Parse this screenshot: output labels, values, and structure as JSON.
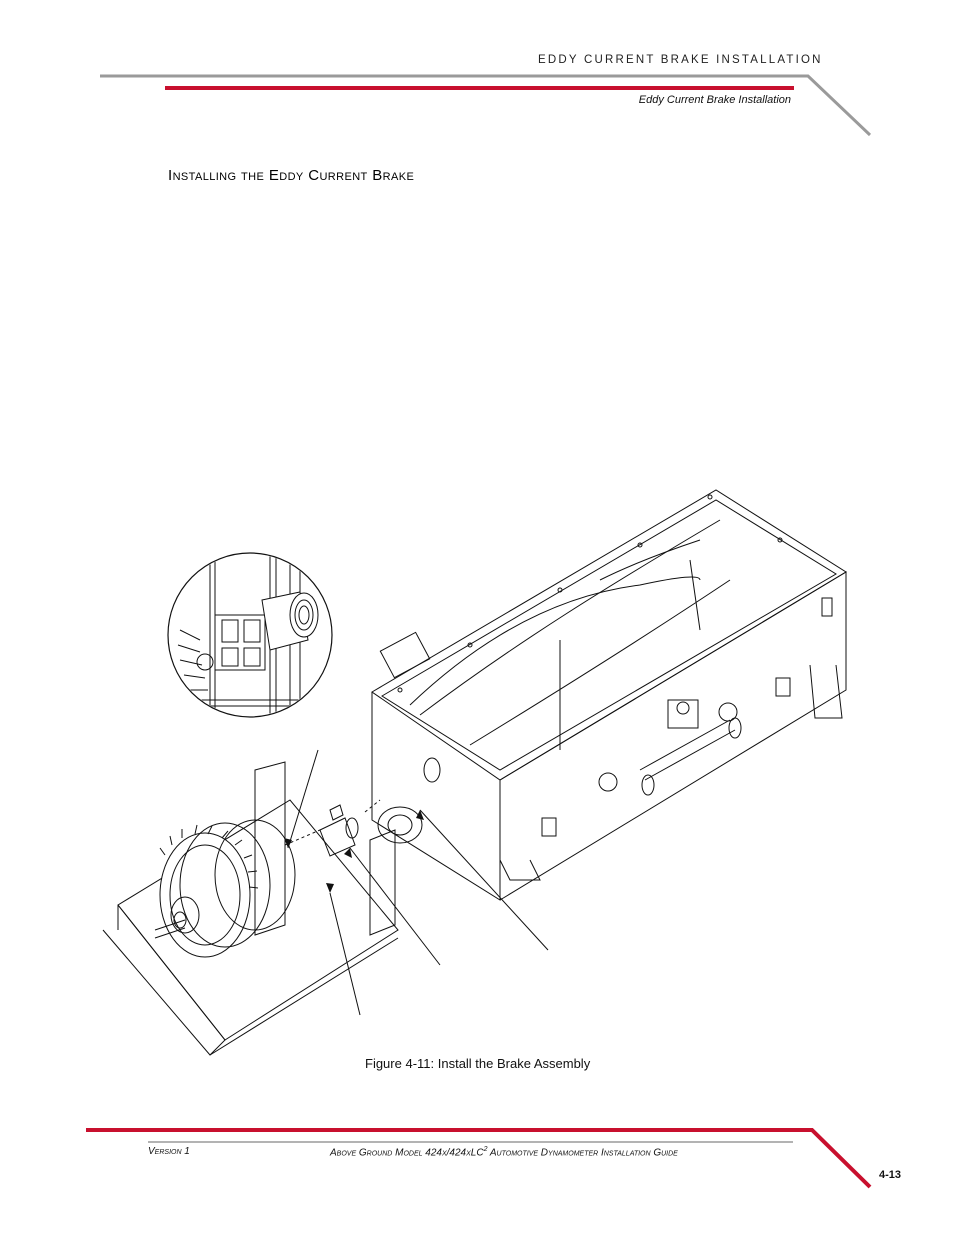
{
  "header": {
    "chapter": "EDDY CURRENT BRAKE INSTALLATION",
    "section": "Eddy Current Brake Installation"
  },
  "section_title": "Installing the Eddy Current Brake",
  "figure": {
    "caption": "Figure 4-11: Install the Brake Assembly"
  },
  "footer": {
    "version": "Version 1",
    "doc_title_pre": "Above Ground Model 424x/424xLC",
    "doc_title_sup": "2",
    "doc_title_post": " Automotive Dynamometer Installation Guide",
    "page_number": "4-13"
  },
  "colors": {
    "accent_red": "#c8102e",
    "rule_gray": "#9a9a9a"
  }
}
